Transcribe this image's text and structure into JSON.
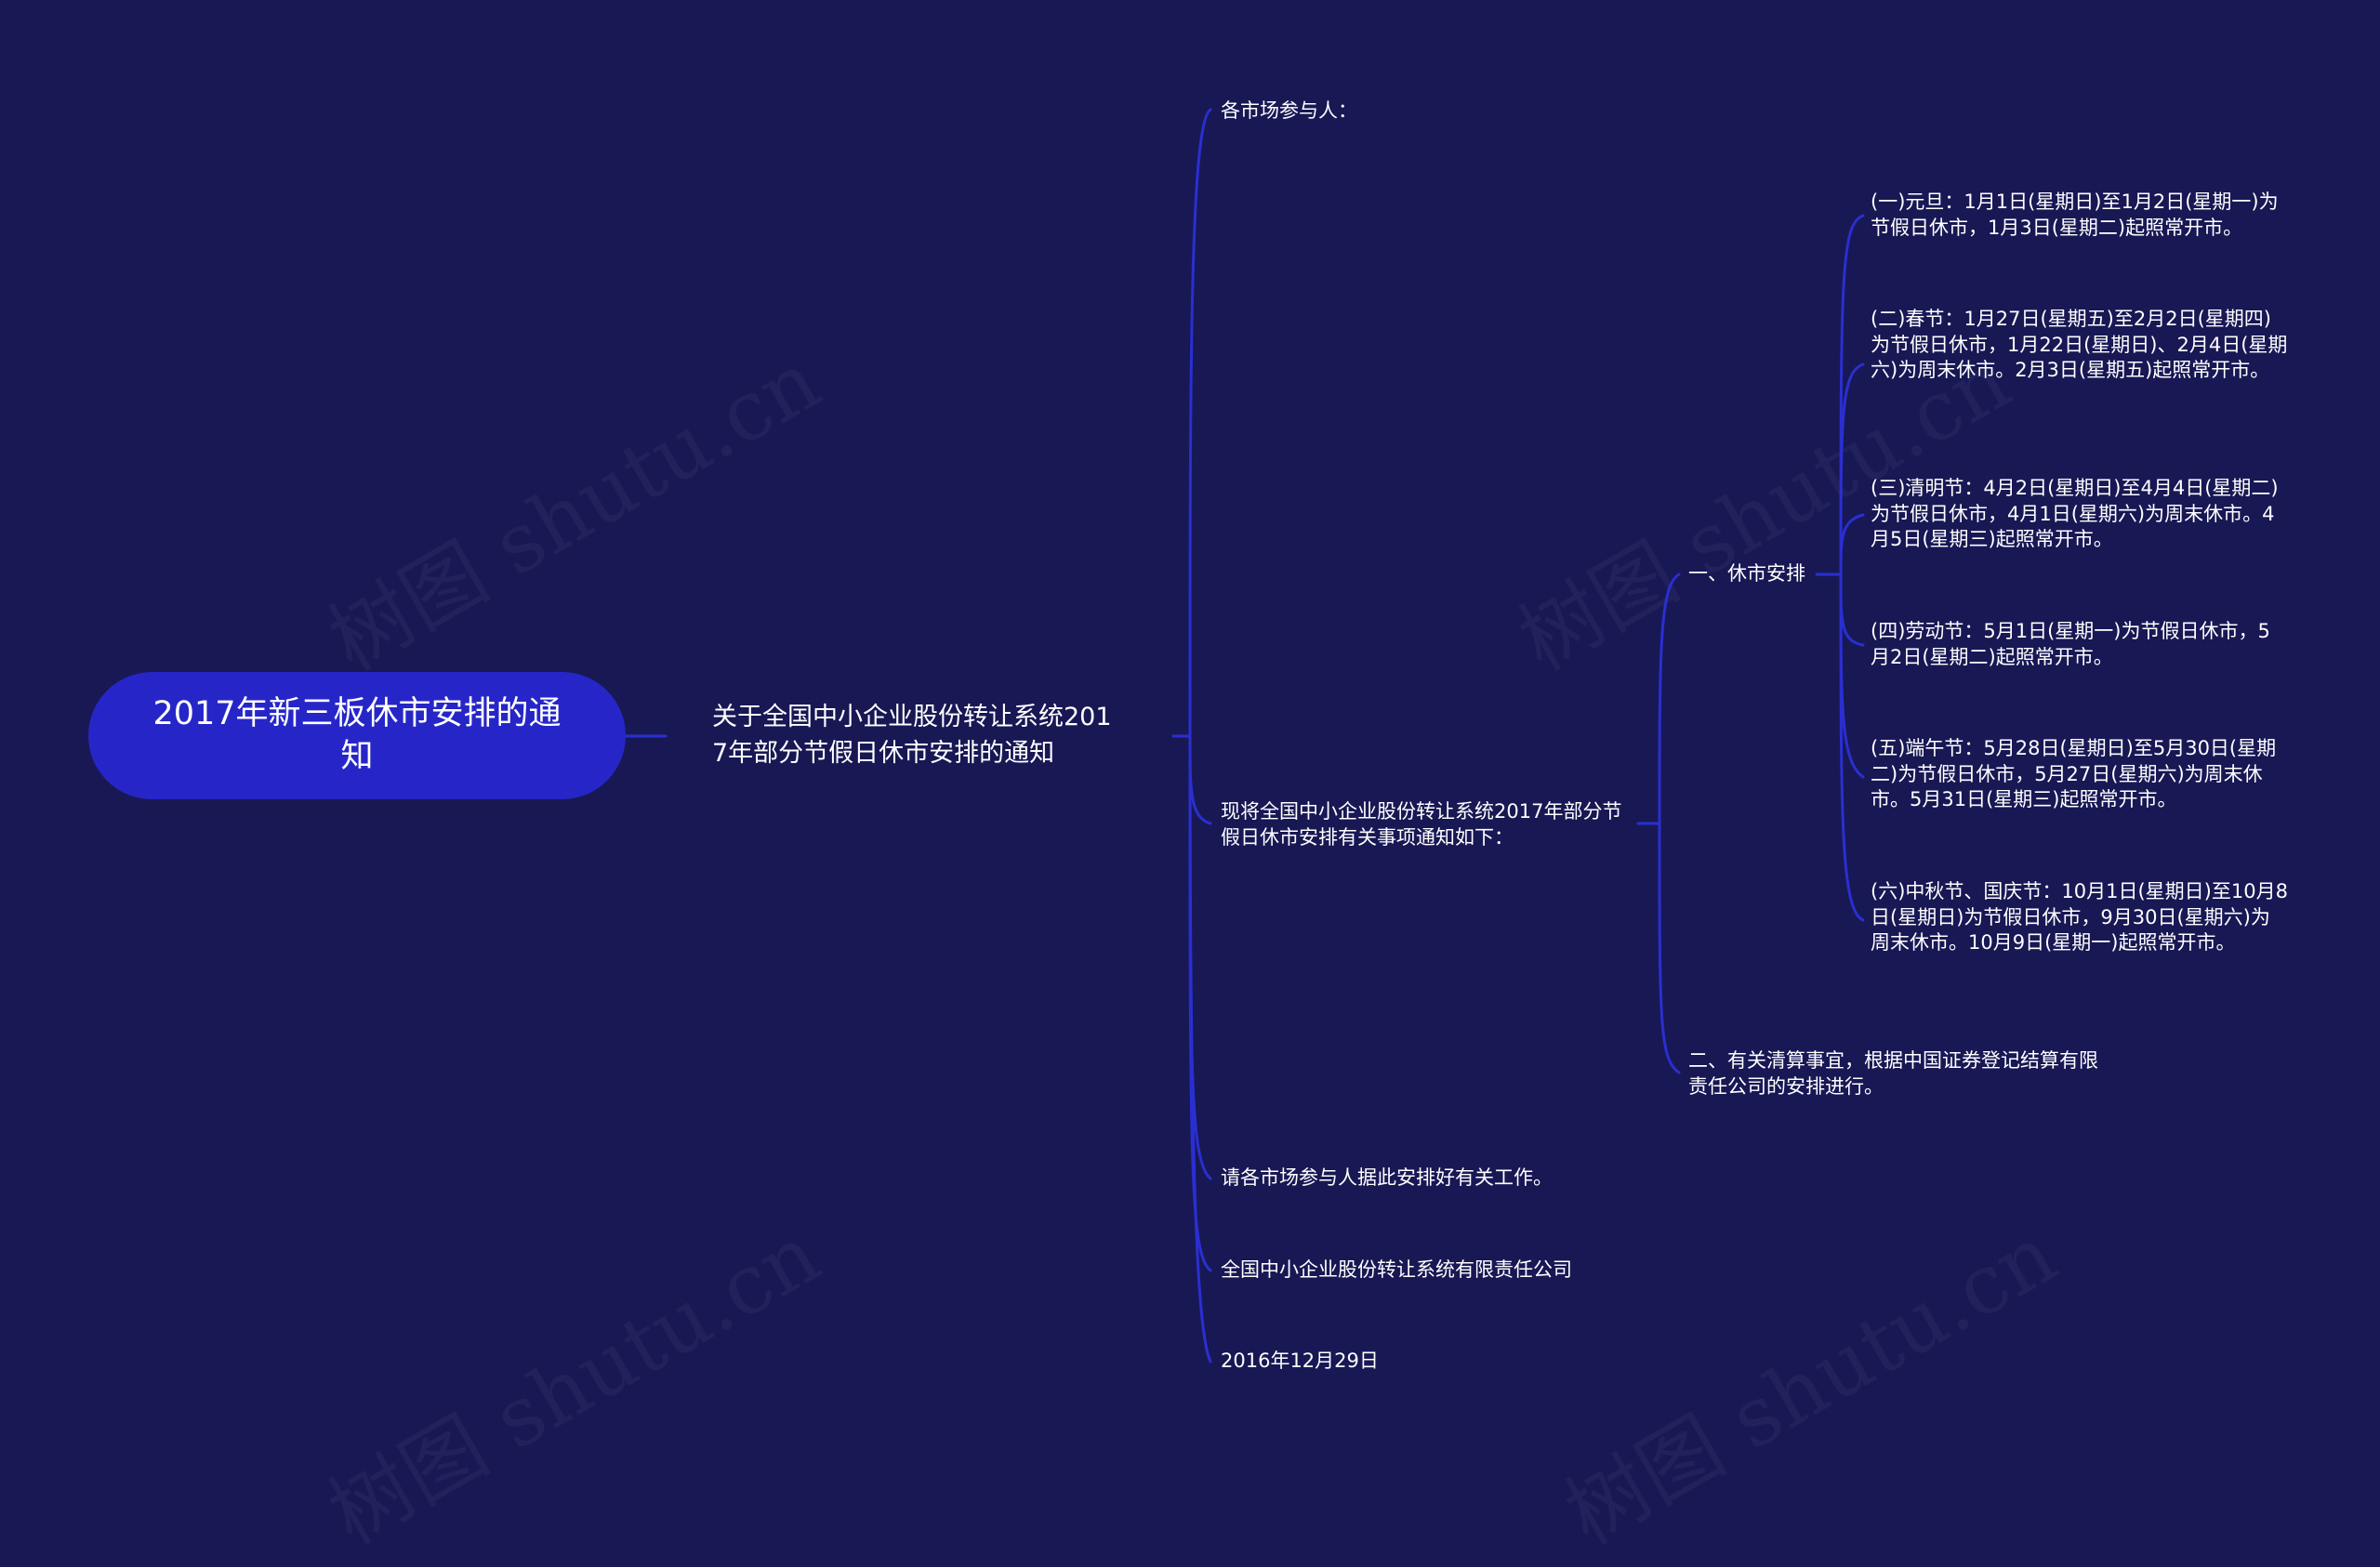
{
  "root": {
    "label": "2017年新三板休市安排的通知"
  },
  "main_topic": {
    "label": "关于全国中小企业股份转让系统2017年部分节假日休市安排的通知"
  },
  "branches": {
    "greeting": "各市场参与人：",
    "intro": "现将全国中小企业股份转让系统2017年部分节假日休市安排有关事项通知如下：",
    "request": "请各市场参与人据此安排好有关工作。",
    "issuer": "全国中小企业股份转让系统有限责任公司",
    "date": "2016年12月29日"
  },
  "intro_children": {
    "closure": "一、休市安排",
    "clearing": "二、有关清算事宜，根据中国证券登记结算有限责任公司的安排进行。"
  },
  "holidays": [
    "(一)元旦：1月1日(星期日)至1月2日(星期一)为节假日休市，1月3日(星期二)起照常开市。",
    "(二)春节：1月27日(星期五)至2月2日(星期四)为节假日休市，1月22日(星期日)、2月4日(星期六)为周末休市。2月3日(星期五)起照常开市。",
    "(三)清明节：4月2日(星期日)至4月4日(星期二)为节假日休市，4月1日(星期六)为周末休市。4月5日(星期三)起照常开市。",
    "(四)劳动节：5月1日(星期一)为节假日休市，5月2日(星期二)起照常开市。",
    "(五)端午节：5月28日(星期日)至5月30日(星期二)为节假日休市，5月27日(星期六)为周末休市。5月31日(星期三)起照常开市。",
    "(六)中秋节、国庆节：10月1日(星期日)至10月8日(星期日)为节假日休市，9月30日(星期六)为周末休市。10月9日(星期一)起照常开市。"
  ],
  "watermark": "树图 shutu.cn",
  "colors": {
    "background": "#181855",
    "root_fill": "#2626c8",
    "connector": "#2a2fd0",
    "text": "#ffffff"
  }
}
